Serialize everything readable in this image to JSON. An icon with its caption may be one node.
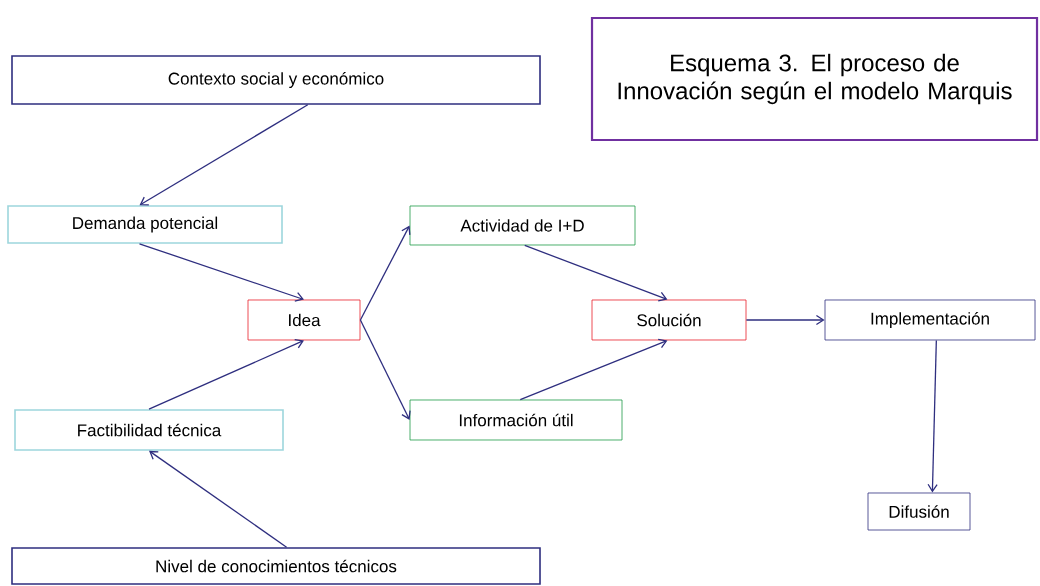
{
  "diagram": {
    "nodes": [
      {
        "text": [
          "Esquema 3. El proceso de Innovación según el modelo Marquis"
        ]
      },
      {
        "text": [
          "Contexto social y económico"
        ]
      },
      {
        "text": [
          "Demanda potencial"
        ]
      },
      {
        "text": [
          "Idea"
        ]
      },
      {
        "text": [
          "Actividad de I+D"
        ]
      },
      {
        "text": [
          "Información útil"
        ]
      },
      {
        "text": [
          "Solución"
        ]
      },
      {
        "text": [
          "Implementación"
        ]
      },
      {
        "text": [
          "Factibilidad técnica"
        ]
      },
      {
        "text": [
          "Nivel de conocimientos técnicos"
        ]
      },
      {
        "text": [
          "Difusión"
        ]
      }
    ],
    "edges": [
      {
        "from": 1,
        "to": 2,
        "arrow": "to"
      },
      {
        "from": 2,
        "to": 3,
        "arrow": "to"
      },
      {
        "from": 8,
        "to": 3,
        "arrow": "to"
      },
      {
        "from": 3,
        "to": 4,
        "arrow": "to"
      },
      {
        "from": 3,
        "to": 5,
        "arrow": "to"
      },
      {
        "from": 4,
        "to": 6,
        "arrow": "to"
      },
      {
        "from": 5,
        "to": 6,
        "arrow": "to"
      },
      {
        "from": 6,
        "to": 7,
        "arrow": "to"
      },
      {
        "from": 7,
        "to": 10,
        "arrow": "to"
      },
      {
        "from": 9,
        "to": 8,
        "arrow": "to"
      }
    ]
  }
}
